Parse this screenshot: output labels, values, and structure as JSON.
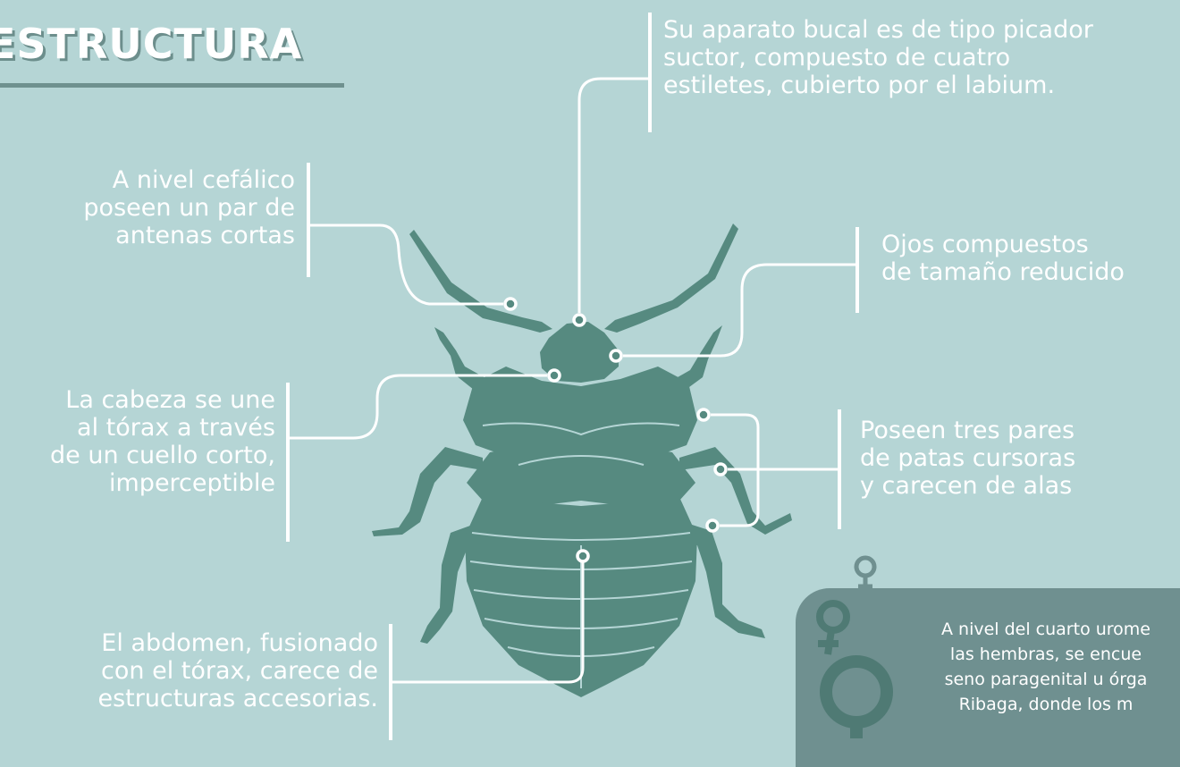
{
  "title": "ESTRUCTURA",
  "labels": {
    "mouthparts": [
      "Su aparato bucal es de tipo picador",
      "suctor, compuesto de cuatro",
      "estiletes, cubierto por el labium."
    ],
    "antennae": [
      "A nivel cefálico",
      "poseen un par de",
      "antenas cortas"
    ],
    "eyes": [
      "Ojos compuestos",
      "de tamaño reducido"
    ],
    "neck": [
      "La cabeza se une",
      "al tórax a través",
      "de un cuello corto,",
      "imperceptible"
    ],
    "legs": [
      "Poseen tres pares",
      "de patas cursoras",
      "y carecen de alas"
    ],
    "abdomen": [
      "El abdomen, fusionado",
      "con el tórax, carece de",
      "estructuras accesorias."
    ]
  },
  "info_box": [
    "A nivel del cuarto urome",
    "las hembras, se encue",
    "seno paragenital u órga",
    "Ribaga, donde los m"
  ],
  "icons": [
    "female-symbol-icon"
  ],
  "colors": {
    "background": "#b5d5d5",
    "bug": "#568a80",
    "accent": "#6f9090",
    "line": "#ffffff"
  }
}
